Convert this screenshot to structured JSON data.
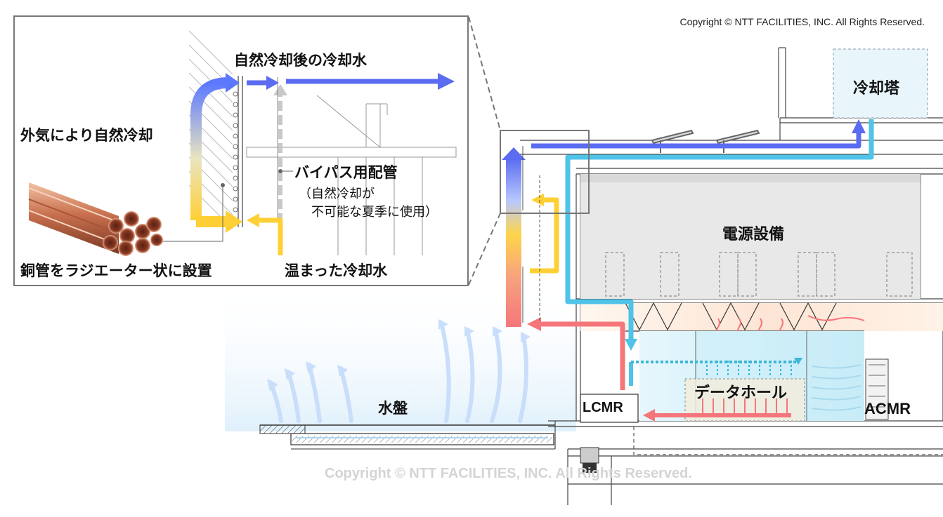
{
  "copyright": "Copyright © NTT FACILITIES, INC. All Rights Reserved.",
  "watermark": "Copyright © NTT FACILITIES, INC. All Rights Reserved.",
  "inset": {
    "top_label": "自然冷却後の冷却水",
    "left_label": "外気により自然冷却",
    "bypass_label": "バイパス用配管",
    "bypass_note_line1": "（自然冷却が",
    "bypass_note_line2": "不可能な夏季に使用）",
    "pipe_label": "銅管をラジエーター状に設置",
    "warm_label": "温まった冷却水"
  },
  "building": {
    "cooling_tower": "冷却塔",
    "power_equipment": "電源設備",
    "data_hall": "データホール",
    "lcmr": "LCMR",
    "acmr": "ACMR",
    "water_basin": "水盤"
  },
  "colors": {
    "cold_blue": "#5b6cf0",
    "light_blue": "#4fc3e8",
    "warm_yellow": "#ffd035",
    "hot_red": "#f5767a",
    "frame_gray": "#777777"
  }
}
